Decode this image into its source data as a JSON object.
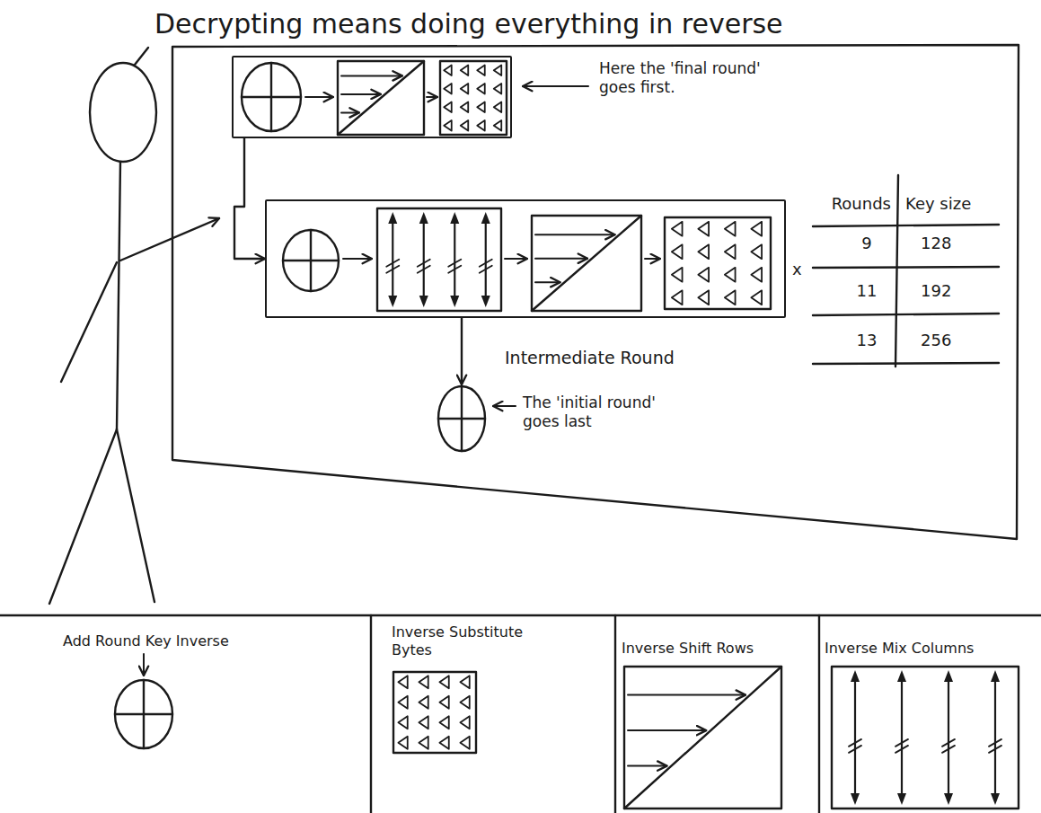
{
  "diagram": {
    "title": "Decrypting means doing everything in reverse",
    "nodes": [
      {
        "text": [
          "Here the 'final round' goes first."
        ]
      },
      {
        "text": [
          "Intermediate Round"
        ]
      },
      {
        "text": [
          "The 'initial round' goes last"
        ]
      }
    ],
    "edges": [
      {
        "from": 0,
        "to": 1,
        "arrow": "to"
      },
      {
        "from": 1,
        "to": 2,
        "arrow": "to"
      }
    ],
    "labels": [
      "x",
      "Rounds",
      "Key size",
      "9",
      "128",
      "11",
      "192",
      "13",
      "256"
    ],
    "legend": [
      {
        "text": "Add Round Key Inverse"
      },
      {
        "text": "Inverse Substitute Bytes"
      },
      {
        "text": "Inverse Shift Rows"
      },
      {
        "text": "Inverse Mix Columns"
      }
    ]
  }
}
